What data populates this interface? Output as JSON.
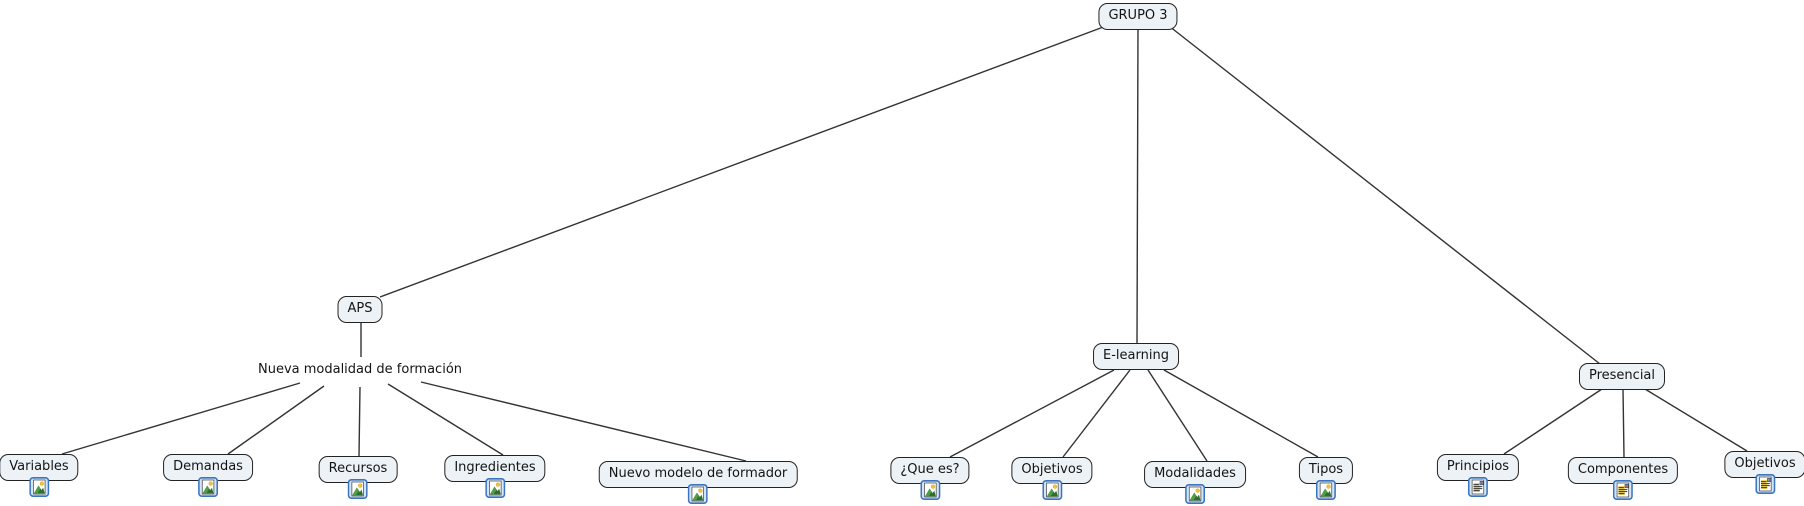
{
  "colors": {
    "canvas_background": "#ffffff",
    "node_fill": "#edf2f7",
    "node_border": "#232323",
    "connector_line": "#333333",
    "resource_icon_border": "#3b74c0"
  },
  "diagram": {
    "root": {
      "label": "GRUPO 3"
    },
    "branches": [
      {
        "label": "APS",
        "linking_phrase": "Nueva modalidad de formación",
        "children": [
          {
            "label": "Variables",
            "icon": "image-resource-icon"
          },
          {
            "label": "Demandas",
            "icon": "image-resource-icon"
          },
          {
            "label": "Recursos",
            "icon": "image-resource-icon"
          },
          {
            "label": "Ingredientes",
            "icon": "image-resource-icon"
          },
          {
            "label": "Nuevo modelo de formador",
            "icon": "image-resource-icon"
          }
        ]
      },
      {
        "label": "E-learning",
        "children": [
          {
            "label": "¿Que es?",
            "icon": "image-resource-icon"
          },
          {
            "label": "Objetivos",
            "icon": "image-resource-icon"
          },
          {
            "label": "Modalidades",
            "icon": "image-resource-icon"
          },
          {
            "label": "Tipos",
            "icon": "image-resource-icon"
          }
        ]
      },
      {
        "label": "Presencial",
        "children": [
          {
            "label": "Principios",
            "icon": "document-resource-icon"
          },
          {
            "label": "Componentes",
            "icon": "document-resource-icon"
          },
          {
            "label": "Objetivos",
            "icon": "document-resource-icon"
          }
        ]
      }
    ]
  }
}
